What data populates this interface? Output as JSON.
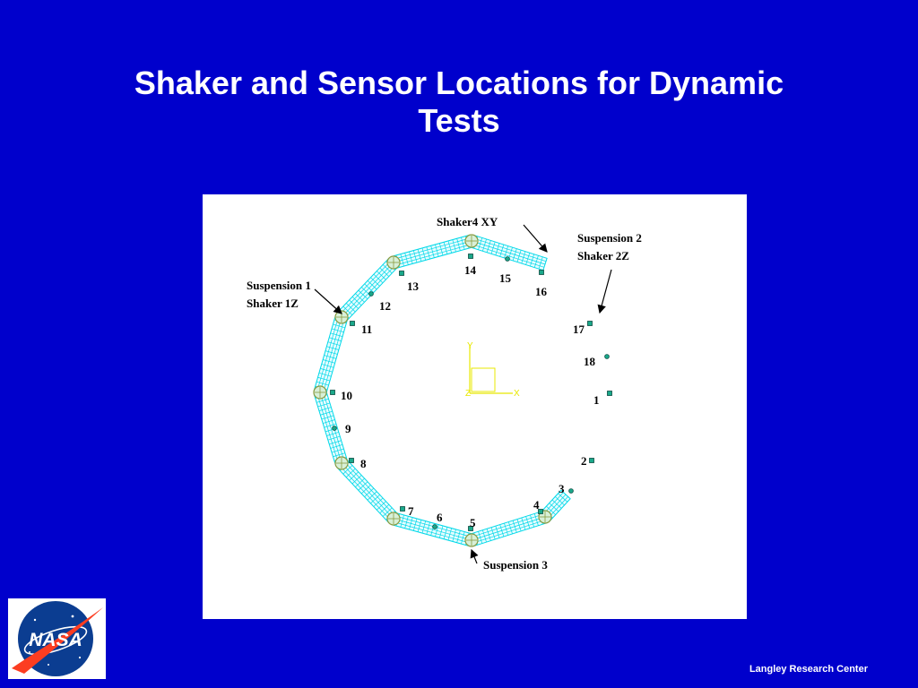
{
  "slide": {
    "title_line1": "Shaker and Sensor Locations for Dynamic",
    "title_line2": "Tests",
    "footer": "Langley Research Center"
  },
  "logo": {
    "text": "NASA",
    "icon": "nasa-meatball-logo"
  },
  "colors": {
    "background": "#0000CC",
    "ring": "#00D8E8",
    "sensor": "#1AA88A",
    "axes": "#E8E800"
  },
  "diagram": {
    "axis_labels": {
      "x": "X",
      "y": "Y",
      "z": "Z"
    },
    "annotations": {
      "shaker4": "Shaker4 XY",
      "suspension2_line1": "Suspension 2",
      "suspension2_line2": "Shaker 2Z",
      "suspension1_line1": "Suspension 1",
      "suspension1_line2": "Shaker 1Z",
      "suspension3": "Suspension 3"
    },
    "sensors": [
      {
        "label": "1"
      },
      {
        "label": "2"
      },
      {
        "label": "3"
      },
      {
        "label": "4"
      },
      {
        "label": "5"
      },
      {
        "label": "6"
      },
      {
        "label": "7"
      },
      {
        "label": "8"
      },
      {
        "label": "9"
      },
      {
        "label": "10"
      },
      {
        "label": "11"
      },
      {
        "label": "12"
      },
      {
        "label": "13"
      },
      {
        "label": "14"
      },
      {
        "label": "15"
      },
      {
        "label": "16"
      },
      {
        "label": "17"
      },
      {
        "label": "18"
      }
    ]
  }
}
